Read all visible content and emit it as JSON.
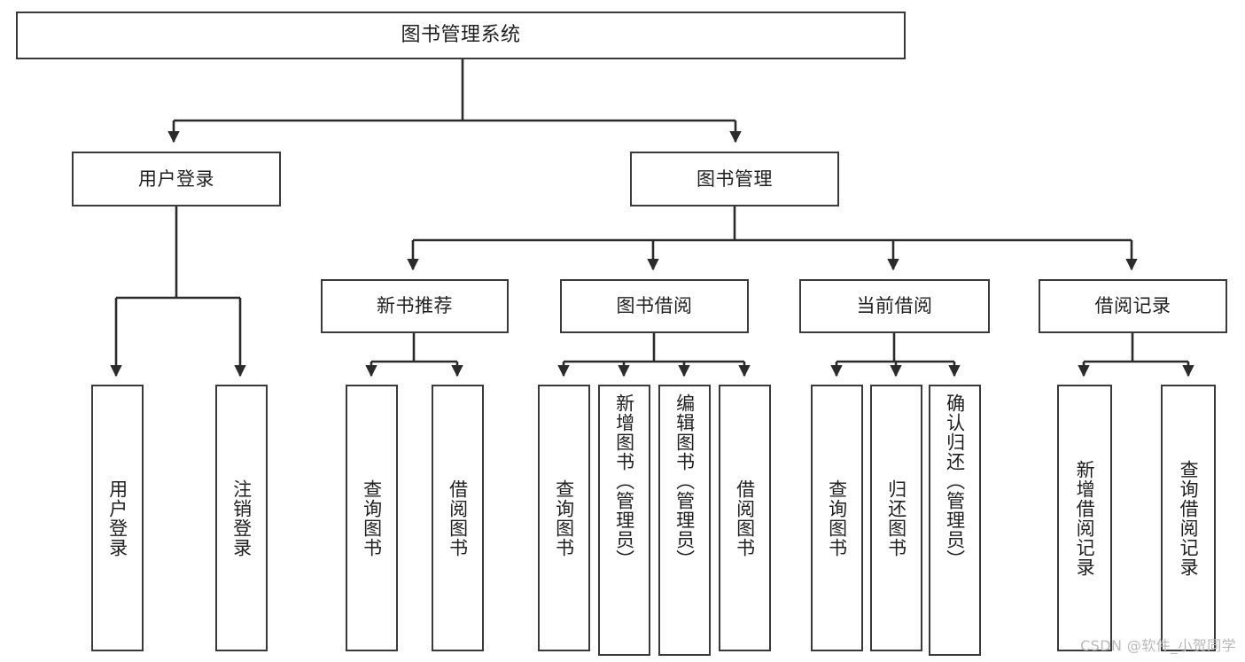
{
  "diagram": {
    "title": "图书管理系统",
    "type": "tree-hierarchy-chart",
    "root": {
      "label": "图书管理系统"
    },
    "level2": [
      {
        "label": "用户登录"
      },
      {
        "label": "图书管理"
      }
    ],
    "level3": [
      {
        "label": "新书推荐"
      },
      {
        "label": "图书借阅"
      },
      {
        "label": "当前借阅"
      },
      {
        "label": "借阅记录"
      }
    ],
    "leaves": {
      "user_login": [
        {
          "label": "用户登录"
        },
        {
          "label": "注销登录"
        }
      ],
      "new_book_recommend": [
        {
          "label": "查询图书"
        },
        {
          "label": "借阅图书"
        }
      ],
      "book_borrow": [
        {
          "label": "查询图书"
        },
        {
          "label": "新增图书（管理员）"
        },
        {
          "label": "编辑图书（管理员）"
        },
        {
          "label": "借阅图书"
        }
      ],
      "current_borrow": [
        {
          "label": "查询图书"
        },
        {
          "label": "归还图书"
        },
        {
          "label": "确认归还（管理员）"
        }
      ],
      "borrow_record": [
        {
          "label": "新增借阅记录"
        },
        {
          "label": "查询借阅记录"
        }
      ]
    }
  },
  "watermark": {
    "text": "CSDN @软件_小贺同学"
  },
  "colors": {
    "background": "#ffffff",
    "node_border": "#3a3a3a",
    "node_fill": "#ffffff",
    "edge": "#2b2b2b",
    "text": "#1f1f1f",
    "watermark": "#b9b9b9"
  }
}
